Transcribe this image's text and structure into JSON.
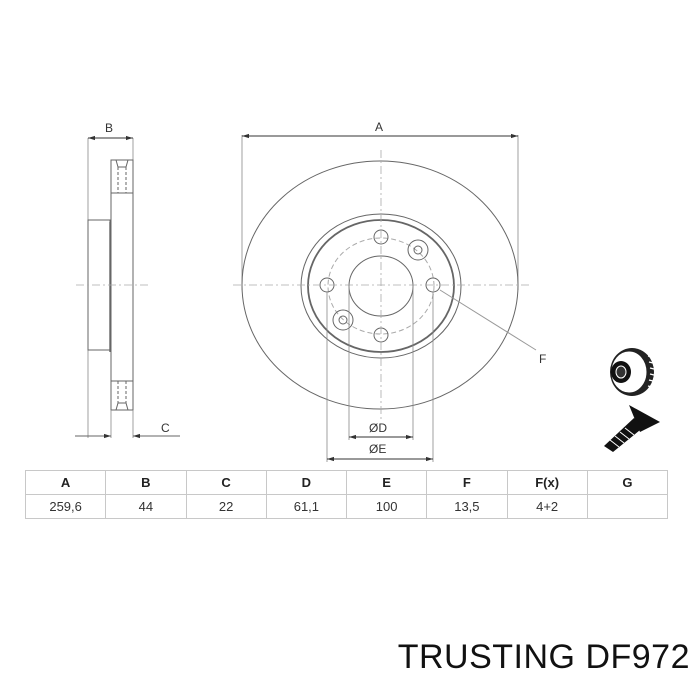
{
  "diagram": {
    "side_view": {
      "labels": {
        "B": "B",
        "C": "C"
      }
    },
    "front_view": {
      "labels": {
        "A": "A",
        "D": "ØD",
        "E": "ØE",
        "F": "F"
      },
      "bolt_holes": 4,
      "mounting_screw_holes": 2
    },
    "accessory_icon": "disc-and-screw-icon"
  },
  "table": {
    "headers": [
      "A",
      "B",
      "C",
      "D",
      "E",
      "F",
      "F(x)",
      "G"
    ],
    "values": [
      "259,6",
      "44",
      "22",
      "61,1",
      "100",
      "13,5",
      "4+2",
      ""
    ]
  },
  "brand": {
    "text": "TRUSTING DF972"
  },
  "colors": {
    "line": "#555555",
    "centerline": "#aaaaaa",
    "table_border": "#c8c8c8",
    "text": "#222222"
  }
}
